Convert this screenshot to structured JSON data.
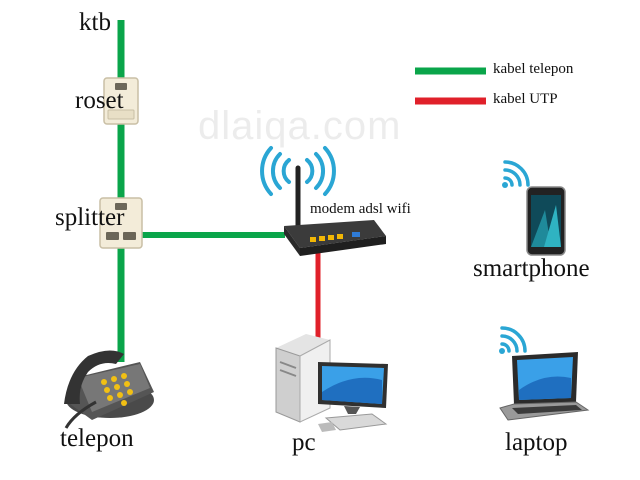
{
  "labels": {
    "ktb": "ktb",
    "roset": "roset",
    "splitter": "splitter",
    "telepon": "telepon",
    "modem": "modem adsl wifi",
    "pc": "pc",
    "smartphone": "smartphone",
    "laptop": "laptop"
  },
  "legend": {
    "phone_cable": {
      "label": "kabel telepon",
      "color": "#0aa54a"
    },
    "utp_cable": {
      "label": "kabel UTP",
      "color": "#e0202a"
    }
  },
  "watermark": "dlaiqa.com",
  "colors": {
    "wifi": "#2aa6d4"
  }
}
